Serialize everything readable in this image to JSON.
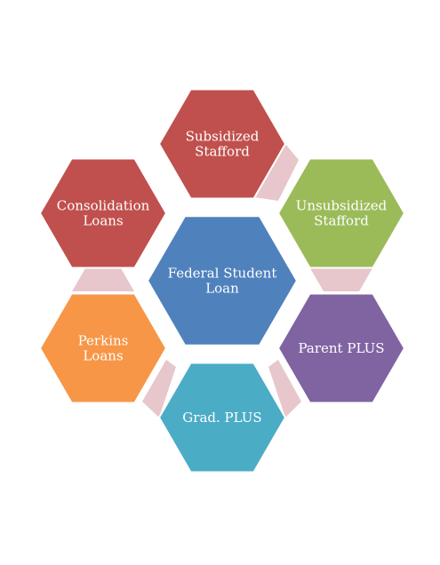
{
  "diagram": {
    "center": {
      "lines": [
        "Federal Student",
        "Loan"
      ],
      "color": "#4F81BD"
    },
    "nodes": [
      {
        "id": "subsidized-stafford",
        "lines": [
          "Subsidized",
          "Stafford"
        ],
        "color": "#C0504D"
      },
      {
        "id": "unsubsidized-stafford",
        "lines": [
          "Unsubsidized",
          "Stafford"
        ],
        "color": "#9BBB59"
      },
      {
        "id": "parent-plus",
        "lines": [
          "Parent PLUS"
        ],
        "color": "#8064A2"
      },
      {
        "id": "grad-plus",
        "lines": [
          "Grad. PLUS"
        ],
        "color": "#4BACC6"
      },
      {
        "id": "perkins-loans",
        "lines": [
          "Perkins",
          "Loans"
        ],
        "color": "#F79646"
      },
      {
        "id": "consolidation-loans",
        "lines": [
          "Consolidation",
          "Loans"
        ],
        "color": "#C0504D"
      }
    ],
    "connector_color": "#E7C7CB",
    "text_color": "#FFFFFF",
    "background": "#FFFFFF"
  }
}
